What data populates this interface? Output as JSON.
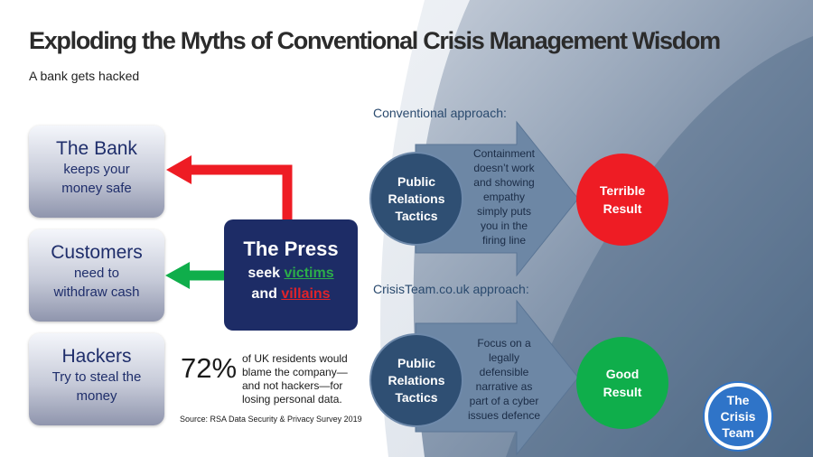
{
  "title": "Exploding the Myths of Conventional Crisis Management Wisdom",
  "subtitle": "A bank gets hacked",
  "cards": [
    {
      "title": "The Bank",
      "body": [
        "keeps your",
        "money safe"
      ]
    },
    {
      "title": "Customers",
      "body": [
        "need to",
        "withdraw cash"
      ]
    },
    {
      "title": "Hackers",
      "body": [
        "Try to steal the",
        "money"
      ]
    }
  ],
  "press": {
    "title": "The Press",
    "line1_prefix": "seek",
    "victims": "victims",
    "line2_prefix": "and",
    "villains": "villains"
  },
  "stat": {
    "value": "72%",
    "text": "of UK residents would blame the company—and not hackers—for losing personal data.",
    "source": "Source: RSA Data Security & Privacy Survey 2019"
  },
  "conventional": {
    "heading": "Conventional approach:",
    "tactics": [
      "Public",
      "Relations",
      "Tactics"
    ],
    "arrow_text": [
      "Containment",
      "doesn’t work",
      "and showing",
      "empathy",
      "simply puts",
      "you in the",
      "firing line"
    ],
    "result": [
      "Terrible",
      "Result"
    ],
    "result_color": "#ee1c24"
  },
  "crisisteam": {
    "heading": "CrisisTeam.co.uk approach:",
    "tactics": [
      "Public",
      "Relations",
      "Tactics"
    ],
    "arrow_text": [
      "Focus on a",
      "legally",
      "defensible",
      "narrative as",
      "part of a cyber",
      "issues defence"
    ],
    "result": [
      "Good",
      "Result"
    ],
    "result_color": "#0fae4b"
  },
  "logo": [
    "The",
    "Crisis",
    "Team"
  ],
  "colors": {
    "navy": "#1d2c66",
    "red_arrow": "#ee1c24",
    "green_arrow": "#0fae4b",
    "slate": "#2f4f73"
  }
}
